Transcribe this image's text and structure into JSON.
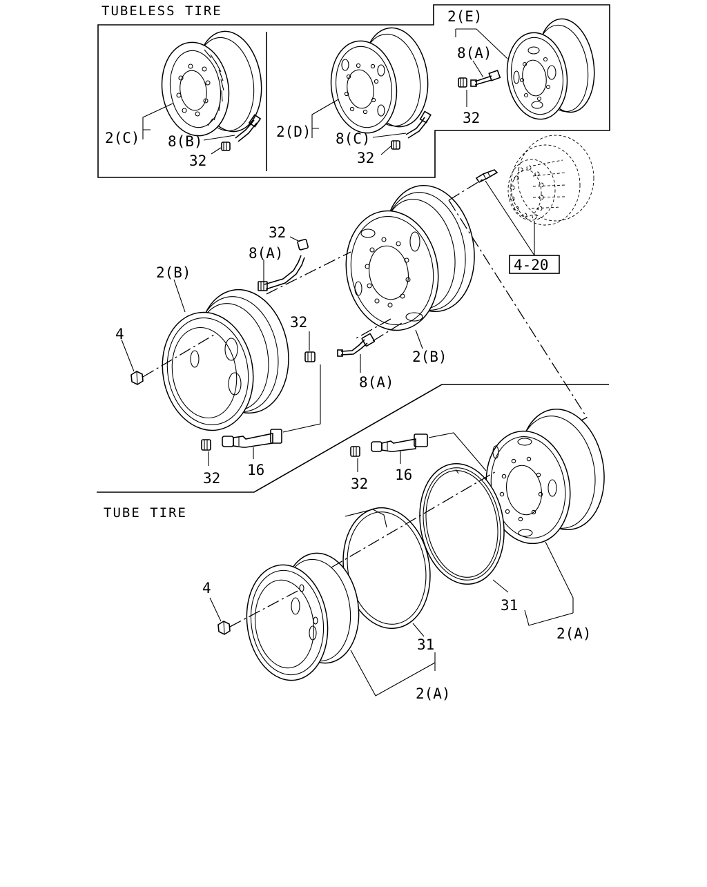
{
  "sections": {
    "tubeless": "TUBELESS TIRE",
    "tube": "TUBE TIRE"
  },
  "callouts": {
    "inset_c_wheel": "2(C)",
    "inset_c_valve": "8(B)",
    "inset_c_cap": "32",
    "inset_d_wheel": "2(D)",
    "inset_d_valve": "8(C)",
    "inset_d_cap": "32",
    "inset_e_wheel": "2(E)",
    "inset_e_valve": "8(A)",
    "inset_e_cap": "32",
    "ref_box": "4-20",
    "tl_cap_upper": "32",
    "tl_valve_upper": "8(A)",
    "tl_outer_wheel": "2(B)",
    "tl_nut": "4",
    "tl_cap_mid": "32",
    "tl_valve_mid": "8(A)",
    "tl_inner_wheel": "2(B)",
    "tl_cap_lower": "32",
    "tl_ext": "16",
    "tt_cap": "32",
    "tt_ext": "16",
    "tt_nut": "4",
    "tt_ring_inner": "31",
    "tt_wheel_inner": "2(A)",
    "tt_ring_outer": "31",
    "tt_wheel_outer": "2(A)"
  }
}
